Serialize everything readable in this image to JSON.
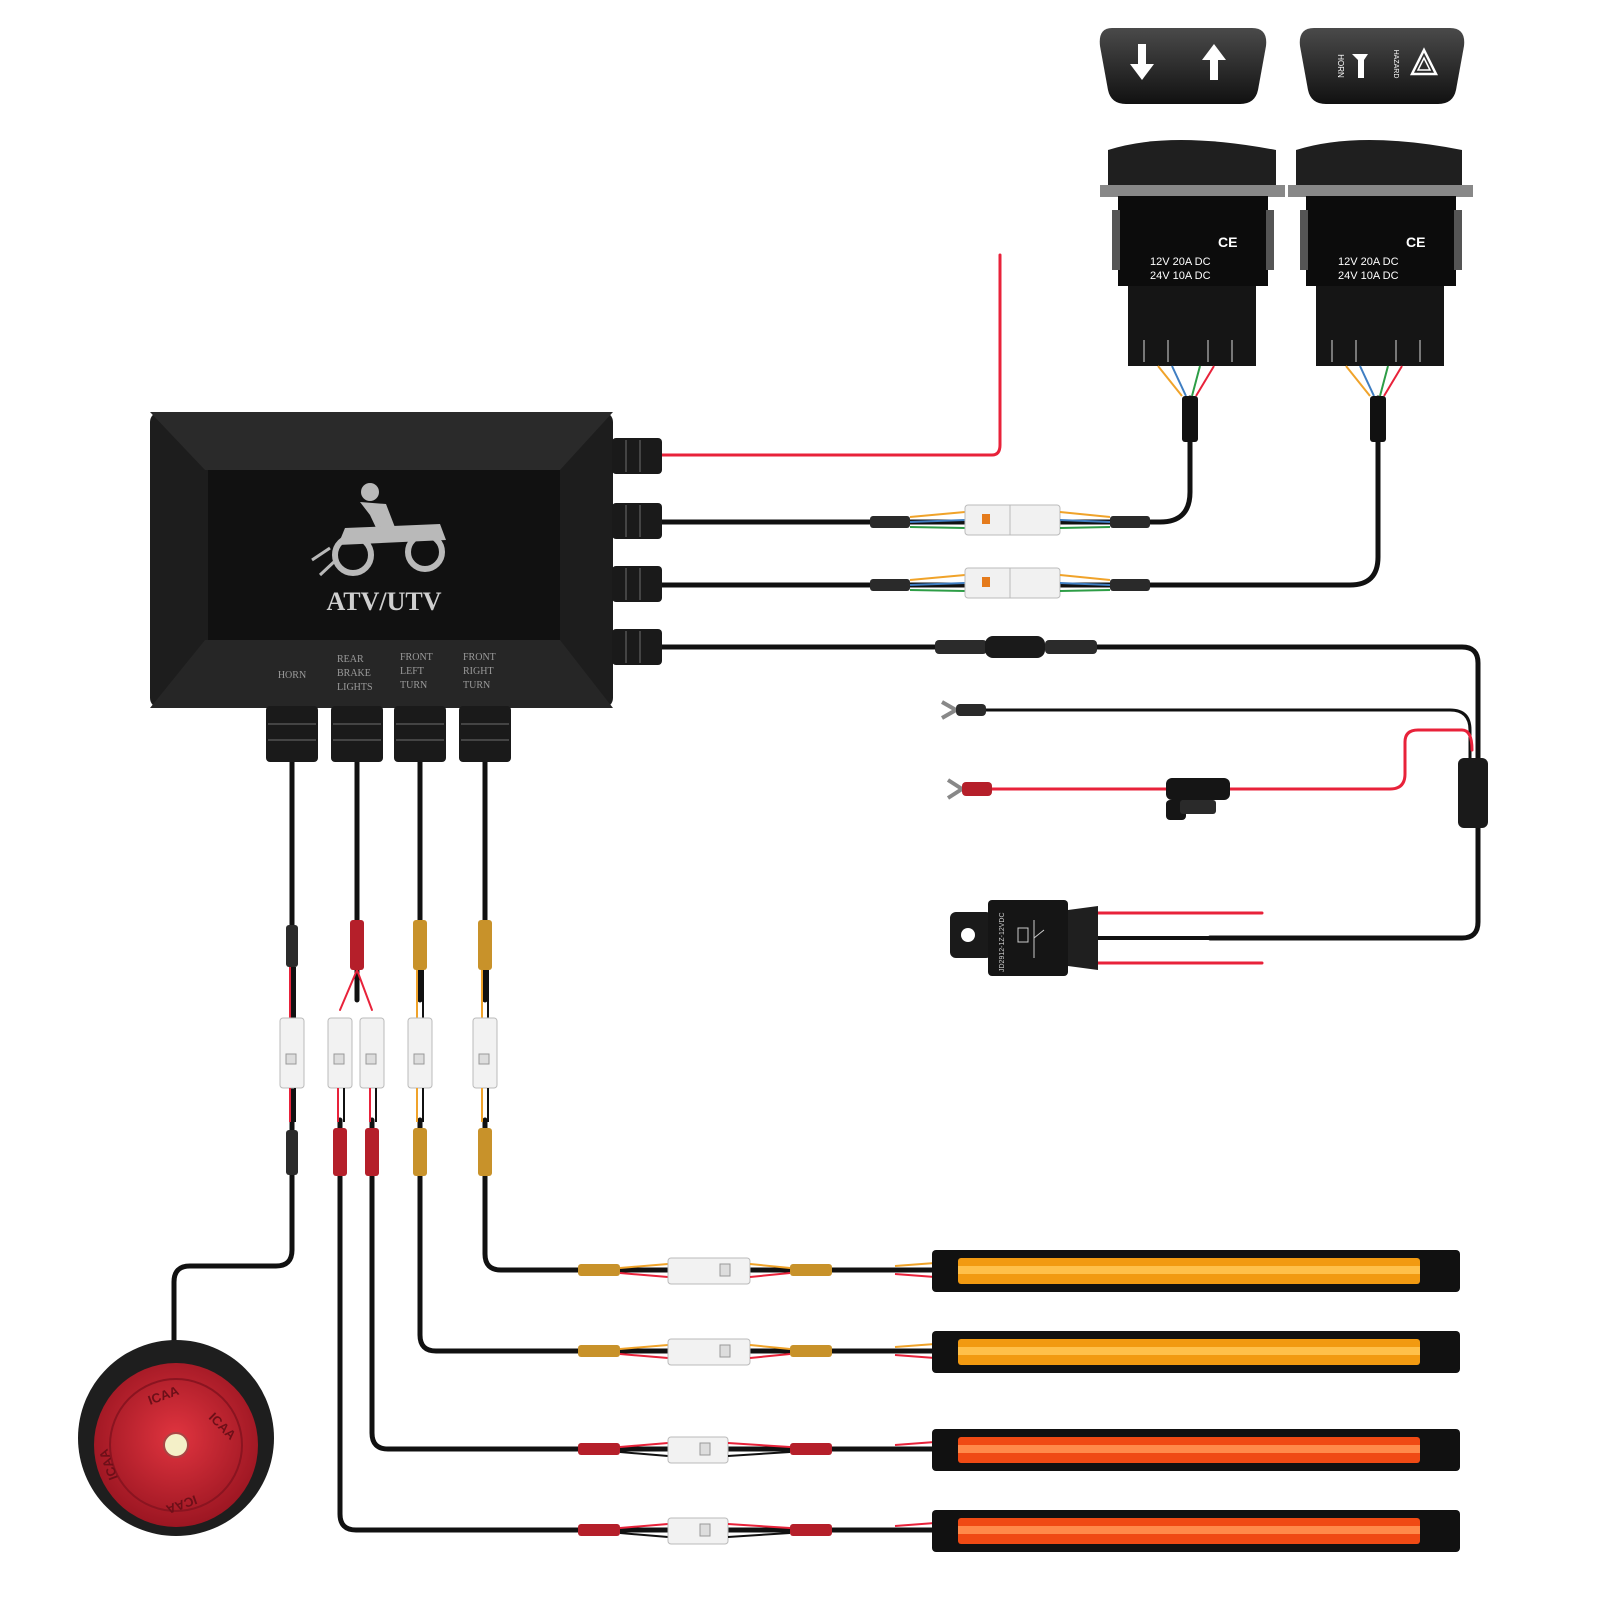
{
  "hub": {
    "title": "ATV/UTV",
    "port_labels": [
      "HORN",
      "REAR BRAKE LIGHTS",
      "FRONT LEFT TURN",
      "FRONT RIGHT TURN"
    ]
  },
  "switches": [
    {
      "rating_line1": "12V  20A  DC",
      "rating_line2": "24V  10A  DC",
      "ce": "CE",
      "legend": "turn-arrows"
    },
    {
      "rating_line1": "12V  20A  DC",
      "rating_line2": "24V  10A  DC",
      "ce": "CE",
      "legend": "horn-hazard",
      "face_left": "HORN",
      "face_right": "HAZARD"
    }
  ],
  "relay": {
    "label": "JD2912-1Z-12VDC"
  },
  "horn": {
    "brand": "ICAA"
  },
  "light_bars": [
    {
      "color": "#f29a11"
    },
    {
      "color": "#f29a11"
    },
    {
      "color": "#f04a14"
    },
    {
      "color": "#f04a14"
    }
  ],
  "colors": {
    "wire": "#111111",
    "power_red": "#e8223a",
    "amber": "#c8922a",
    "heat_red": "#b51f2a"
  }
}
